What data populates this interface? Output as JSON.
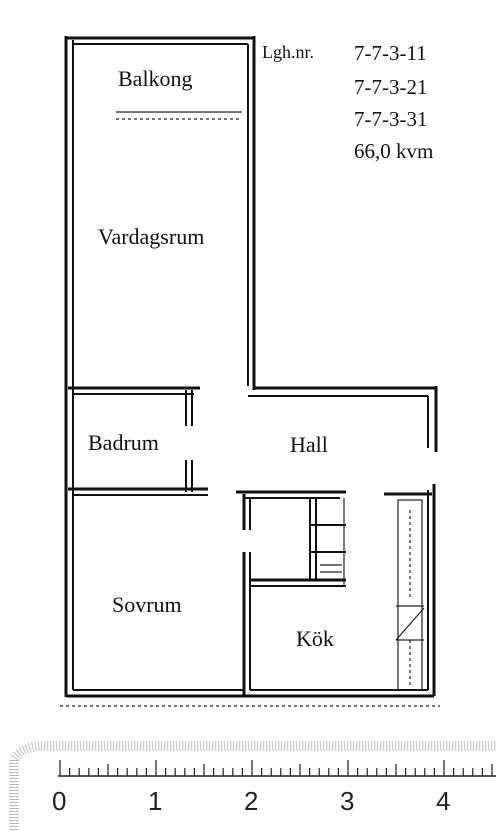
{
  "rooms": {
    "balkong": "Balkong",
    "vardagsrum": "Vardagsrum",
    "badrum": "Badrum",
    "hall": "Hall",
    "sovrum": "Sovrum",
    "kok": "Kök"
  },
  "info": {
    "label": "Lgh.nr.",
    "numbers": [
      "7-7-3-11",
      "7-7-3-21",
      "7-7-3-31"
    ],
    "area": "66,0 kvm"
  },
  "scale": {
    "labels": [
      "0",
      "1",
      "2",
      "3",
      "4"
    ]
  }
}
